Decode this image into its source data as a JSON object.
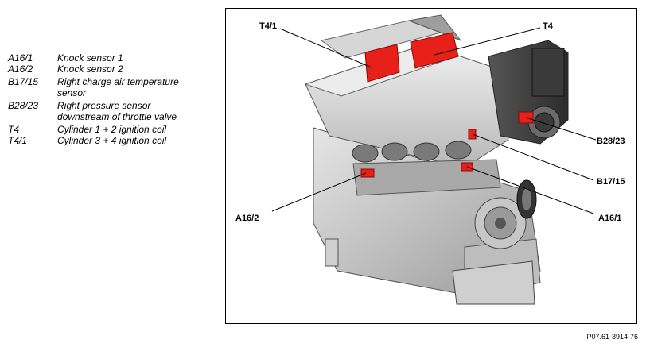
{
  "legend": [
    {
      "code": "A16/1",
      "desc": "Knock sensor 1"
    },
    {
      "code": "A16/2",
      "desc": "Knock sensor 2"
    },
    {
      "code": "B17/15",
      "desc": "Right charge air temperature sensor"
    },
    {
      "code": "B28/23",
      "desc": "Right pressure sensor downstream of throttle valve"
    },
    {
      "code": "T4",
      "desc": "Cylinder 1 + 2 ignition coil"
    },
    {
      "code": "T4/1",
      "desc": "Cylinder 3 + 4 ignition coil"
    }
  ],
  "callouts": {
    "t4_1": "T4/1",
    "t4": "T4",
    "b28_23": "B28/23",
    "b17_15": "B17/15",
    "a16_2": "A16/2",
    "a16_1": "A16/1"
  },
  "reference": "P07.61-3914-76",
  "colors": {
    "highlight": "#e8201a",
    "engine_light": "#d4d4d4",
    "engine_dark": "#6e6e6e"
  }
}
